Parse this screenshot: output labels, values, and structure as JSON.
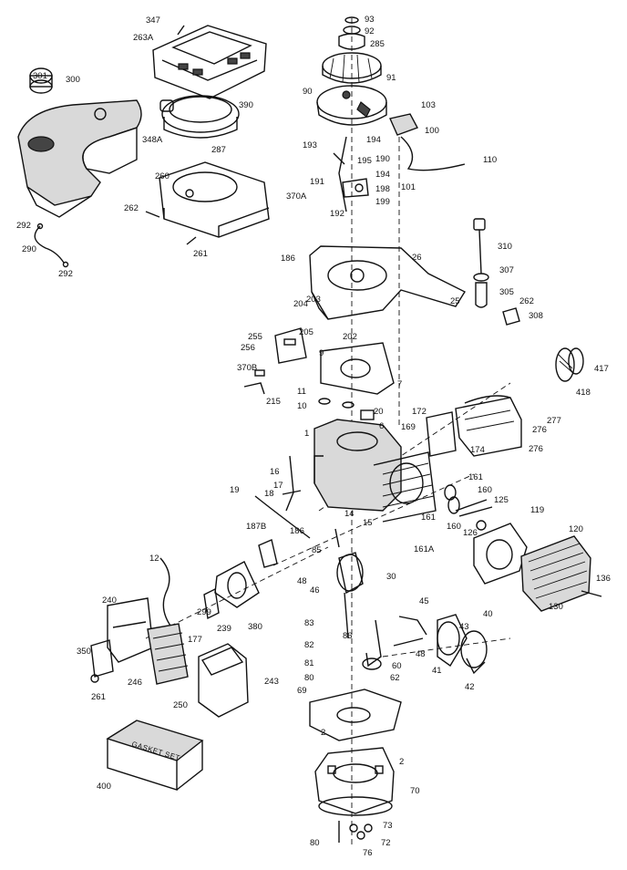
{
  "gasket_set_label": "GASKET SET",
  "callouts": [
    {
      "id": "347",
      "text": "347"
    },
    {
      "id": "263A",
      "text": "263A"
    },
    {
      "id": "301",
      "text": "301"
    },
    {
      "id": "300",
      "text": "300"
    },
    {
      "id": "390",
      "text": "390"
    },
    {
      "id": "348A",
      "text": "348A"
    },
    {
      "id": "287",
      "text": "287"
    },
    {
      "id": "260",
      "text": "260"
    },
    {
      "id": "370A",
      "text": "370A"
    },
    {
      "id": "262a",
      "text": "262"
    },
    {
      "id": "261a",
      "text": "261"
    },
    {
      "id": "292a",
      "text": "292"
    },
    {
      "id": "290",
      "text": "290"
    },
    {
      "id": "292b",
      "text": "292"
    },
    {
      "id": "93",
      "text": "93"
    },
    {
      "id": "92",
      "text": "92"
    },
    {
      "id": "285",
      "text": "285"
    },
    {
      "id": "91",
      "text": "91"
    },
    {
      "id": "90",
      "text": "90"
    },
    {
      "id": "103",
      "text": "103"
    },
    {
      "id": "100",
      "text": "100"
    },
    {
      "id": "193",
      "text": "193"
    },
    {
      "id": "194a",
      "text": "194"
    },
    {
      "id": "195",
      "text": "195"
    },
    {
      "id": "190",
      "text": "190"
    },
    {
      "id": "194b",
      "text": "194"
    },
    {
      "id": "191",
      "text": "191"
    },
    {
      "id": "198",
      "text": "198"
    },
    {
      "id": "199",
      "text": "199"
    },
    {
      "id": "192",
      "text": "192"
    },
    {
      "id": "101",
      "text": "101"
    },
    {
      "id": "110",
      "text": "110"
    },
    {
      "id": "310",
      "text": "310"
    },
    {
      "id": "307",
      "text": "307"
    },
    {
      "id": "305",
      "text": "305"
    },
    {
      "id": "262b",
      "text": "262"
    },
    {
      "id": "308",
      "text": "308"
    },
    {
      "id": "186",
      "text": "186"
    },
    {
      "id": "26",
      "text": "26"
    },
    {
      "id": "25",
      "text": "25"
    },
    {
      "id": "204",
      "text": "204"
    },
    {
      "id": "203",
      "text": "203"
    },
    {
      "id": "205",
      "text": "205"
    },
    {
      "id": "202",
      "text": "202"
    },
    {
      "id": "255",
      "text": "255"
    },
    {
      "id": "256",
      "text": "256"
    },
    {
      "id": "9",
      "text": "9"
    },
    {
      "id": "370B",
      "text": "370B"
    },
    {
      "id": "7",
      "text": "7"
    },
    {
      "id": "215",
      "text": "215"
    },
    {
      "id": "417",
      "text": "417"
    },
    {
      "id": "418",
      "text": "418"
    },
    {
      "id": "11",
      "text": "11"
    },
    {
      "id": "10",
      "text": "10"
    },
    {
      "id": "20",
      "text": "20"
    },
    {
      "id": "6",
      "text": "6"
    },
    {
      "id": "172",
      "text": "172"
    },
    {
      "id": "169",
      "text": "169"
    },
    {
      "id": "277",
      "text": "277"
    },
    {
      "id": "276a",
      "text": "276"
    },
    {
      "id": "276b",
      "text": "276"
    },
    {
      "id": "1",
      "text": "1"
    },
    {
      "id": "174",
      "text": "174"
    },
    {
      "id": "16",
      "text": "16"
    },
    {
      "id": "17",
      "text": "17"
    },
    {
      "id": "18",
      "text": "18"
    },
    {
      "id": "19",
      "text": "19"
    },
    {
      "id": "161a",
      "text": "161"
    },
    {
      "id": "160a",
      "text": "160"
    },
    {
      "id": "125",
      "text": "125"
    },
    {
      "id": "161b",
      "text": "161"
    },
    {
      "id": "160b",
      "text": "160"
    },
    {
      "id": "126",
      "text": "126"
    },
    {
      "id": "119",
      "text": "119"
    },
    {
      "id": "14",
      "text": "14"
    },
    {
      "id": "15",
      "text": "15"
    },
    {
      "id": "186b",
      "text": "186"
    },
    {
      "id": "187B",
      "text": "187B"
    },
    {
      "id": "161A",
      "text": "161A"
    },
    {
      "id": "120",
      "text": "120"
    },
    {
      "id": "12",
      "text": "12"
    },
    {
      "id": "85",
      "text": "85"
    },
    {
      "id": "48a",
      "text": "48"
    },
    {
      "id": "46",
      "text": "46"
    },
    {
      "id": "30",
      "text": "30"
    },
    {
      "id": "136",
      "text": "136"
    },
    {
      "id": "130",
      "text": "130"
    },
    {
      "id": "240",
      "text": "240"
    },
    {
      "id": "299",
      "text": "299"
    },
    {
      "id": "239",
      "text": "239"
    },
    {
      "id": "380",
      "text": "380"
    },
    {
      "id": "177",
      "text": "177"
    },
    {
      "id": "45",
      "text": "45"
    },
    {
      "id": "40",
      "text": "40"
    },
    {
      "id": "83",
      "text": "83"
    },
    {
      "id": "86",
      "text": "86"
    },
    {
      "id": "43",
      "text": "43"
    },
    {
      "id": "350",
      "text": "350"
    },
    {
      "id": "82",
      "text": "82"
    },
    {
      "id": "48b",
      "text": "48"
    },
    {
      "id": "81",
      "text": "81"
    },
    {
      "id": "60",
      "text": "60"
    },
    {
      "id": "41",
      "text": "41"
    },
    {
      "id": "80a",
      "text": "80"
    },
    {
      "id": "62",
      "text": "62"
    },
    {
      "id": "42",
      "text": "42"
    },
    {
      "id": "246",
      "text": "246"
    },
    {
      "id": "243",
      "text": "243"
    },
    {
      "id": "261b",
      "text": "261"
    },
    {
      "id": "69",
      "text": "69"
    },
    {
      "id": "250",
      "text": "250"
    },
    {
      "id": "2a",
      "text": "2"
    },
    {
      "id": "2b",
      "text": "2"
    },
    {
      "id": "400",
      "text": "400"
    },
    {
      "id": "70",
      "text": "70"
    },
    {
      "id": "73",
      "text": "73"
    },
    {
      "id": "80b",
      "text": "80"
    },
    {
      "id": "76",
      "text": "76"
    },
    {
      "id": "72",
      "text": "72"
    }
  ]
}
